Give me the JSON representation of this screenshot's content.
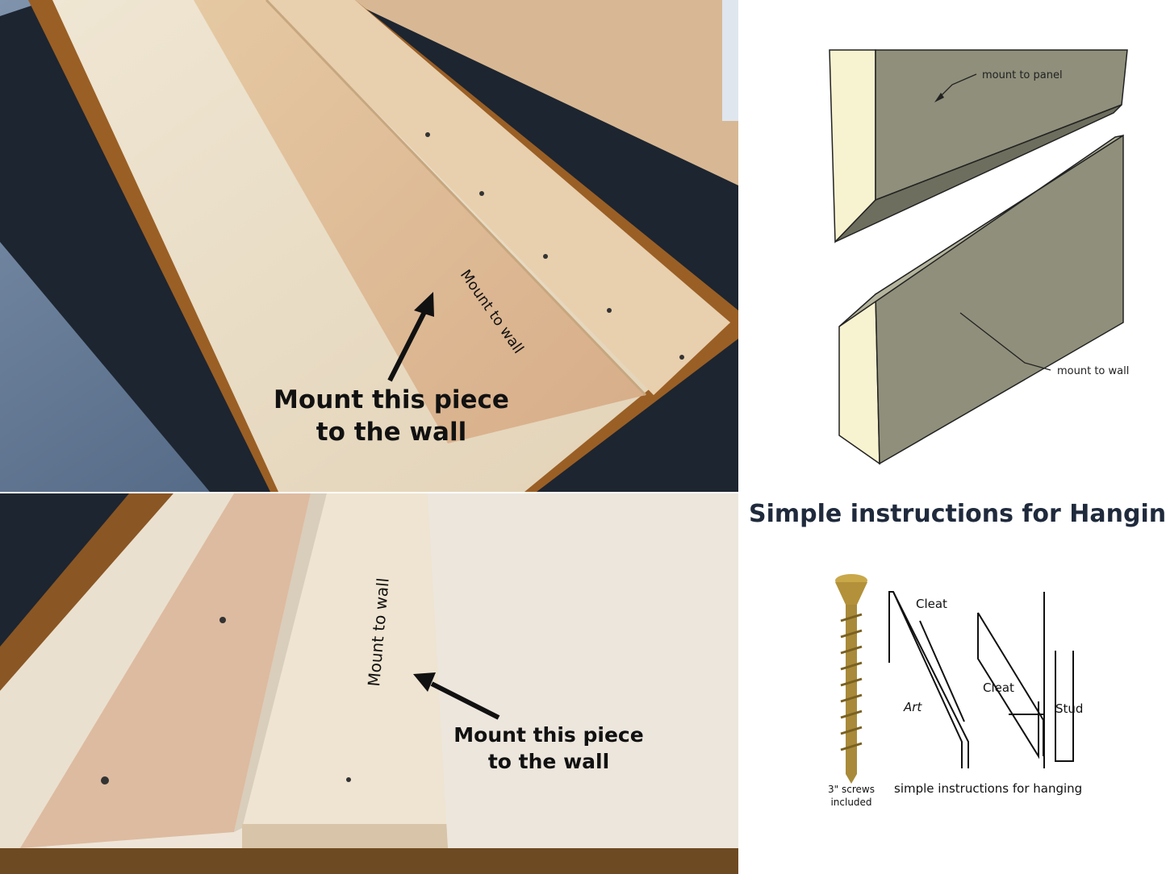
{
  "top_photo": {
    "caption_line1": "Mount this piece",
    "caption_line2": "to the wall",
    "handwriting": "Mount to wall"
  },
  "bottom_photo": {
    "caption_line1": "Mount this piece",
    "caption_line2": "to the wall",
    "handwriting": "Mount to wall"
  },
  "cleat_diagram": {
    "label_panel": "mount to panel",
    "label_wall": "mount to wall",
    "colors": {
      "face": "#8f8f7b",
      "end": "#f7f2cf"
    }
  },
  "heading": "Simple instructions for Hanging",
  "hanging_diagram": {
    "label_cleat_top": "Cleat",
    "label_cleat": "Cleat",
    "label_art": "Art",
    "label_stud": "Stud",
    "screw_caption_line1": "3\" screws",
    "screw_caption_line2": "included",
    "caption": "simple instructions for hanging"
  }
}
